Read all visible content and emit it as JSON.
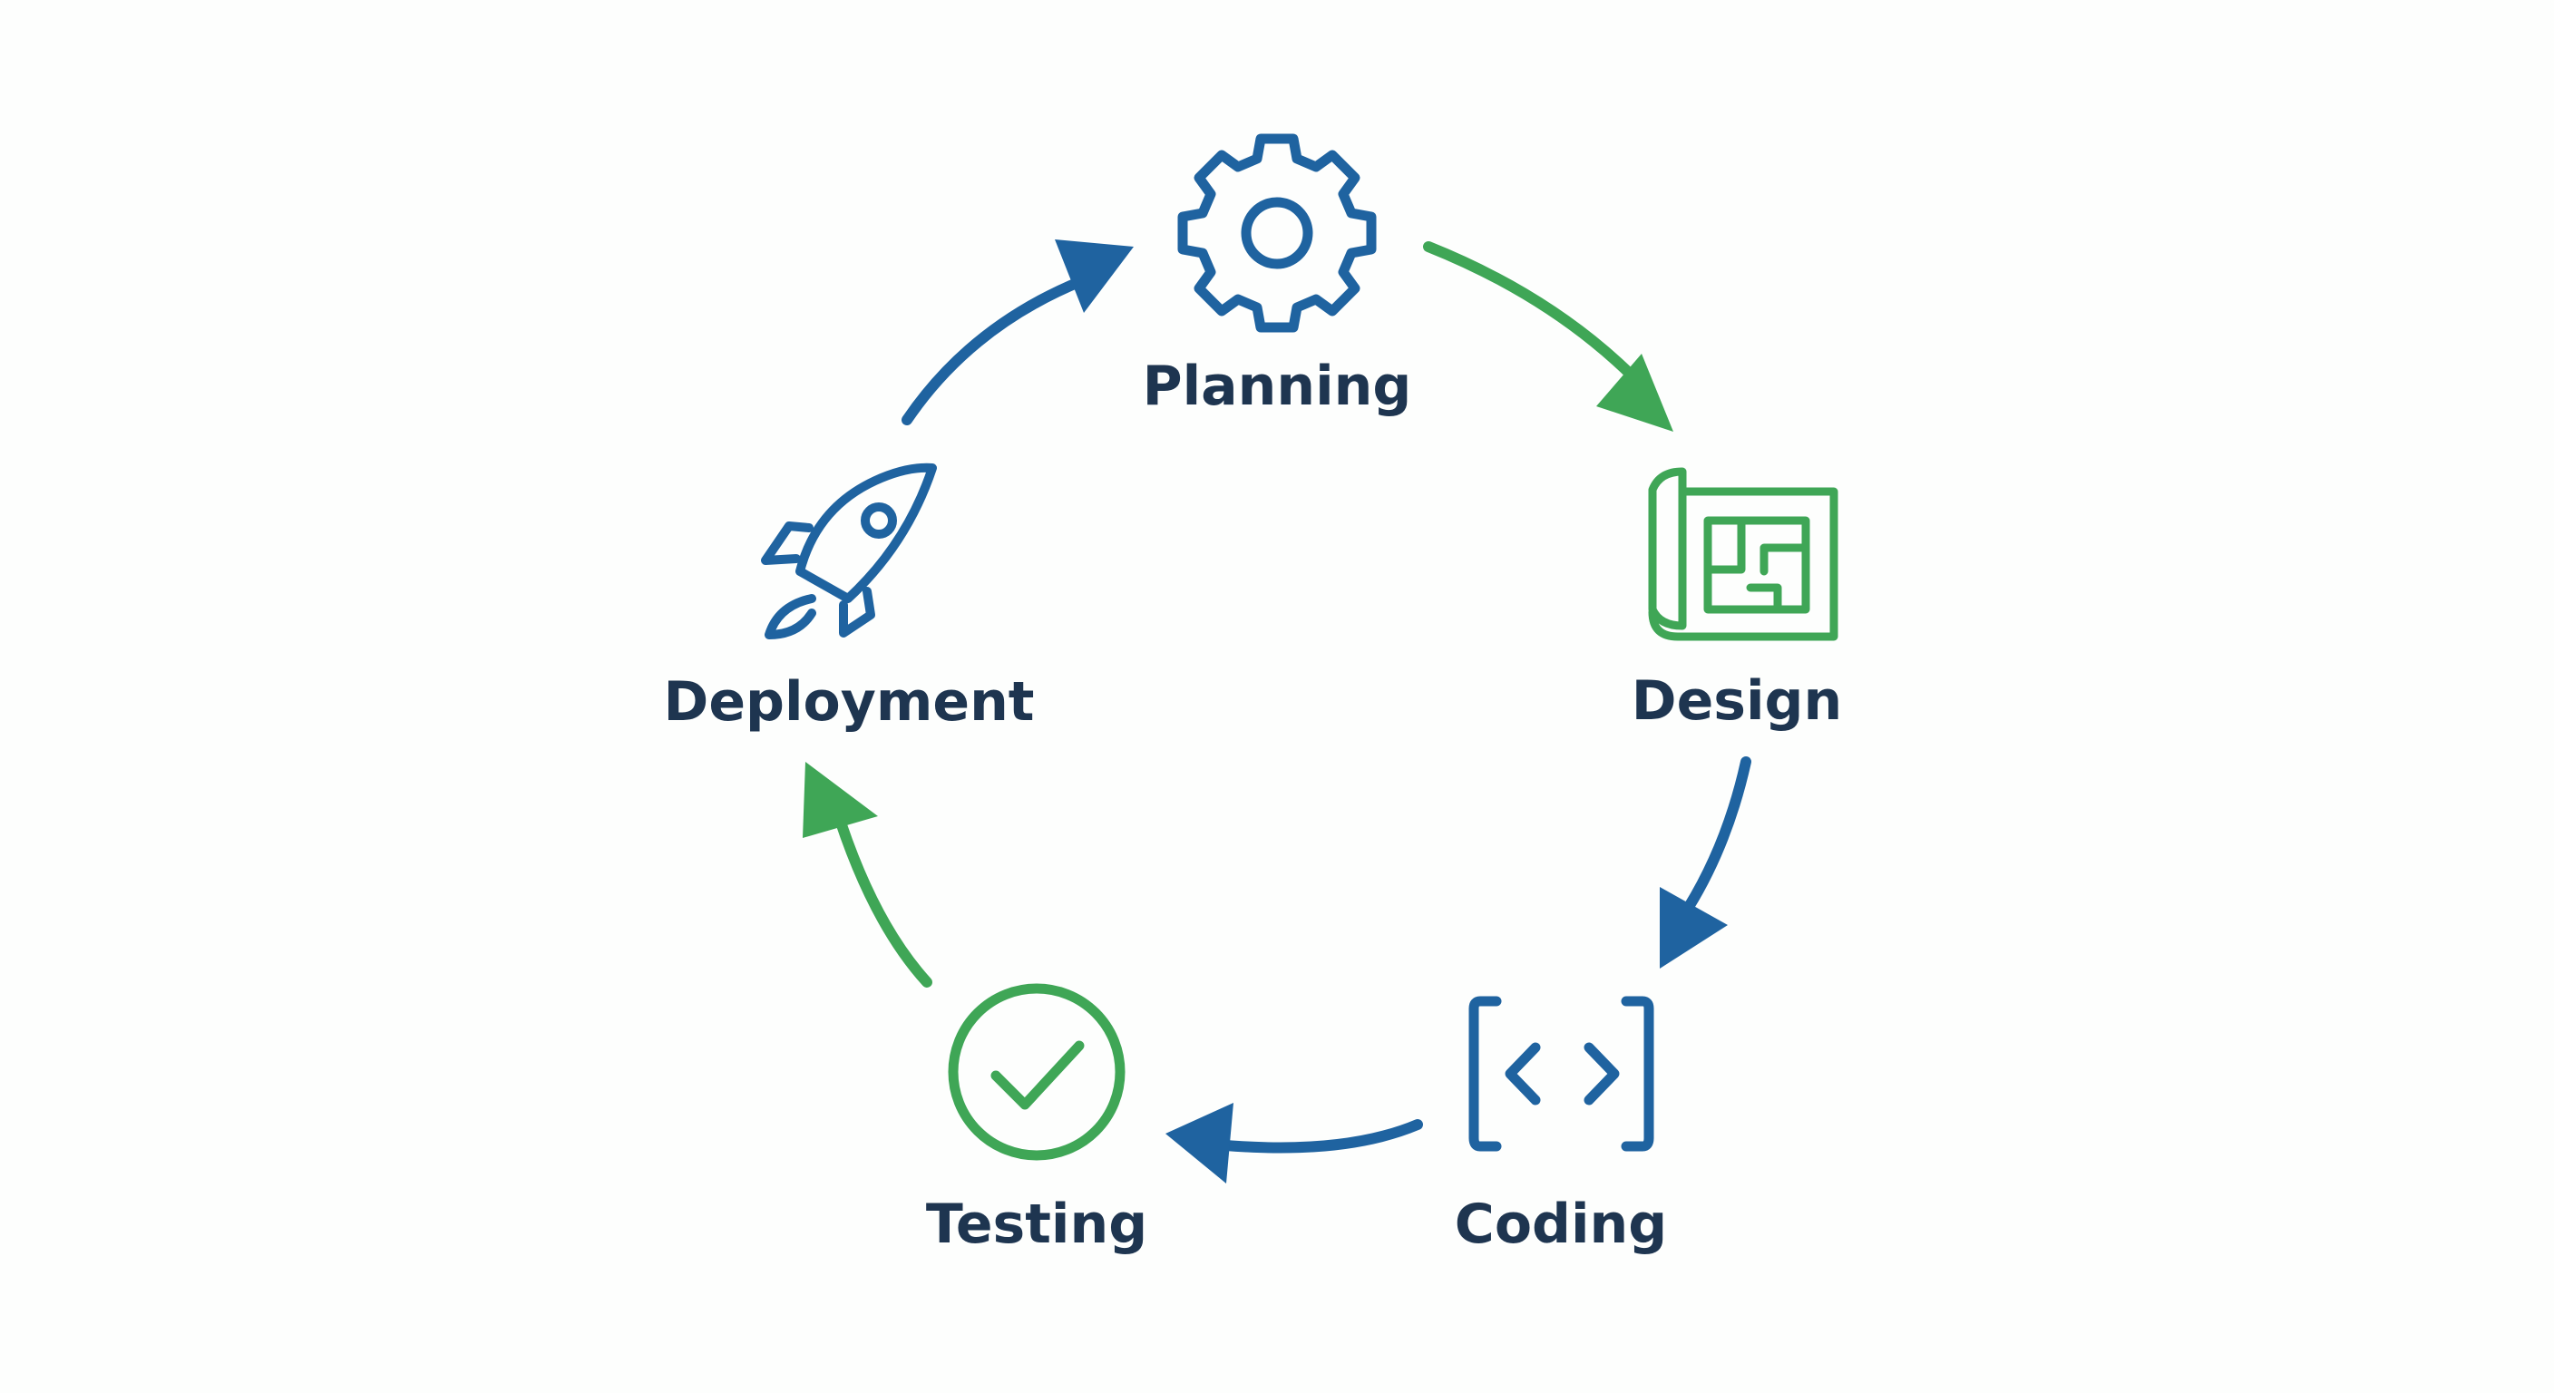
{
  "colors": {
    "background": "#fdfefd",
    "blue": "#1f63a0",
    "green": "#3fa656",
    "text": "#1e3550"
  },
  "cycle": {
    "stages": [
      {
        "label": "Planning",
        "icon": "gear-icon",
        "color": "blue"
      },
      {
        "label": "Design",
        "icon": "blueprint-icon",
        "color": "green"
      },
      {
        "label": "Coding",
        "icon": "code-brackets-icon",
        "color": "blue"
      },
      {
        "label": "Testing",
        "icon": "check-circle-icon",
        "color": "green"
      },
      {
        "label": "Deployment",
        "icon": "rocket-icon",
        "color": "blue"
      }
    ],
    "arrows": [
      {
        "from": "Planning",
        "to": "Design",
        "color": "green"
      },
      {
        "from": "Design",
        "to": "Coding",
        "color": "blue"
      },
      {
        "from": "Coding",
        "to": "Testing",
        "color": "blue"
      },
      {
        "from": "Testing",
        "to": "Deployment",
        "color": "green"
      },
      {
        "from": "Deployment",
        "to": "Planning",
        "color": "blue"
      }
    ]
  }
}
